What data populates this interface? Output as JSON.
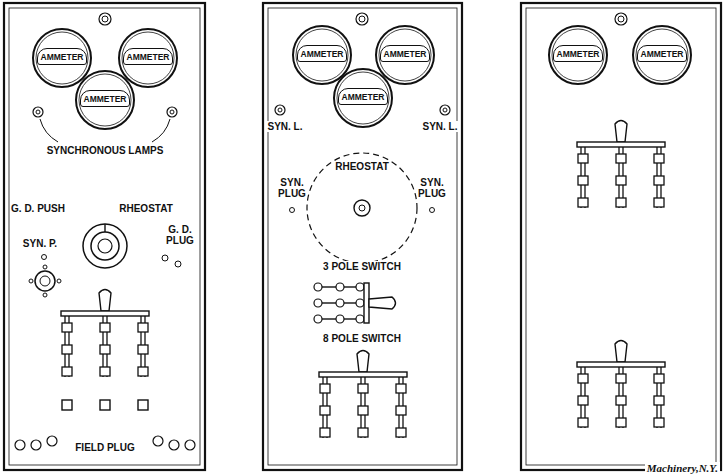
{
  "diagram": {
    "caption": "Machinery,N.Y.",
    "nodes": [
      {
        "text": [
          "AMMETER"
        ]
      },
      {
        "text": [
          "AMMETER"
        ]
      },
      {
        "text": [
          "AMMETER"
        ]
      },
      {
        "text": [
          "AMMETER"
        ]
      },
      {
        "text": [
          "AMMETER"
        ]
      },
      {
        "text": [
          "AMMETER"
        ]
      },
      {
        "text": [
          "AMMETER"
        ]
      },
      {
        "text": [
          "AMMETER"
        ]
      }
    ],
    "labels": [
      "SYNCHRONOUS LAMPS",
      "G. D. PUSH",
      "RHEOSTAT",
      "SYN. P.",
      "G. D. PLUG",
      "FIELD PLUG",
      "SYN. L.",
      "SYN. L.",
      "RHEOSTAT",
      "SYN. PLUG",
      "SYN. PLUG",
      "3 POLE SWITCH",
      "8 POLE SWITCH"
    ]
  }
}
